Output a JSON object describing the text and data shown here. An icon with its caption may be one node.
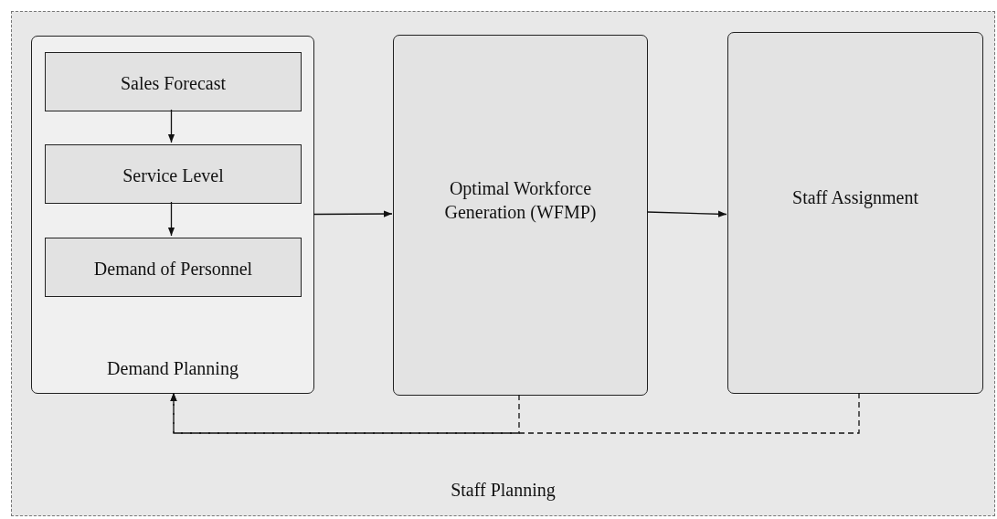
{
  "diagram": {
    "nodes": [
      {
        "text": [
          "Staff Planning"
        ]
      },
      {
        "text": [
          "Demand Planning"
        ],
        "in": 0
      },
      {
        "text": [
          "Sales Forecast"
        ],
        "in": 1
      },
      {
        "text": [
          "Service Level"
        ],
        "in": 1
      },
      {
        "text": [
          "Demand of Personnel"
        ],
        "in": 1
      },
      {
        "text": [
          "Optimal Workforce Generation (WFMP)"
        ],
        "in": 0
      },
      {
        "text": [
          "Staff Assignment"
        ],
        "in": 0
      }
    ],
    "edges": [
      {
        "from": 2,
        "to": 3,
        "arrow": "to"
      },
      {
        "from": 3,
        "to": 4,
        "arrow": "to"
      },
      {
        "from": 1,
        "to": 5,
        "arrow": "to"
      },
      {
        "from": 5,
        "to": 6,
        "arrow": "to"
      },
      {
        "from": 5,
        "to": 1,
        "arrow": "to",
        "style": "dashed"
      },
      {
        "from": 6,
        "to": 1,
        "arrow": "to",
        "style": "dashed"
      }
    ]
  }
}
